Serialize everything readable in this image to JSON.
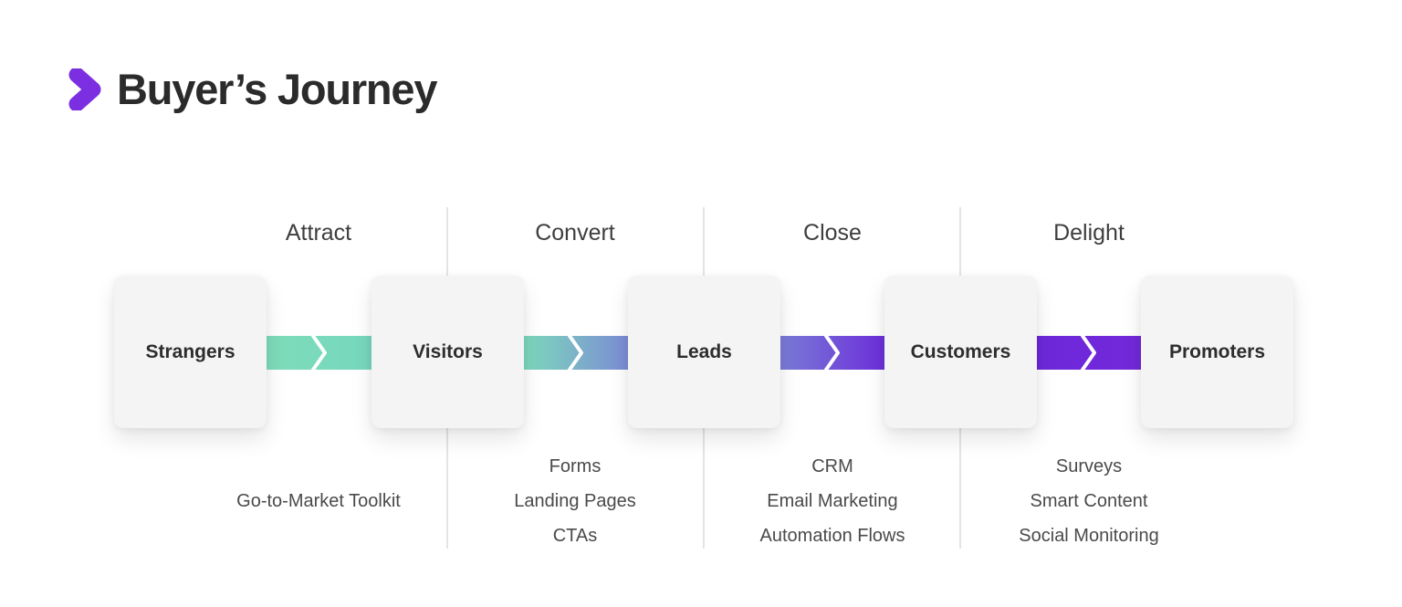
{
  "header": {
    "title": "Buyer’s Journey"
  },
  "stages": [
    {
      "label": "Strangers"
    },
    {
      "label": "Visitors"
    },
    {
      "label": "Leads"
    },
    {
      "label": "Customers"
    },
    {
      "label": "Promoters"
    }
  ],
  "phases": [
    {
      "label": "Attract",
      "tools": [
        "Go-to-Market Toolkit"
      ]
    },
    {
      "label": "Convert",
      "tools": [
        "Forms",
        "Landing Pages",
        "CTAs"
      ]
    },
    {
      "label": "Close",
      "tools": [
        "CRM",
        "Email Marketing",
        "Automation Flows"
      ]
    },
    {
      "label": "Delight",
      "tools": [
        "Surveys",
        "Smart Content",
        "Social Monitoring"
      ]
    }
  ],
  "arrows": [
    {
      "name": "strangers-to-visitors",
      "from": "#7EDCB9",
      "to": "#76D7BD"
    },
    {
      "name": "visitors-to-leads",
      "from": "#7CDBBB",
      "to": "#7C8AD5"
    },
    {
      "name": "leads-to-customers",
      "from": "#7A7ED6",
      "to": "#6C2CDA"
    },
    {
      "name": "customers-to-promoters",
      "from": "#6D28D9",
      "to": "#7229DA"
    }
  ],
  "colors": {
    "accent": "#7B2FE0",
    "box_bg": "#F4F4F4",
    "divider": "#E4E4E4",
    "title_text": "#2B2B2B",
    "phase_text": "#3E3E3E",
    "stage_text": "#2D2D2D",
    "tool_text": "#4A4A4A",
    "arrow_chevron": "#FFFFFF"
  }
}
